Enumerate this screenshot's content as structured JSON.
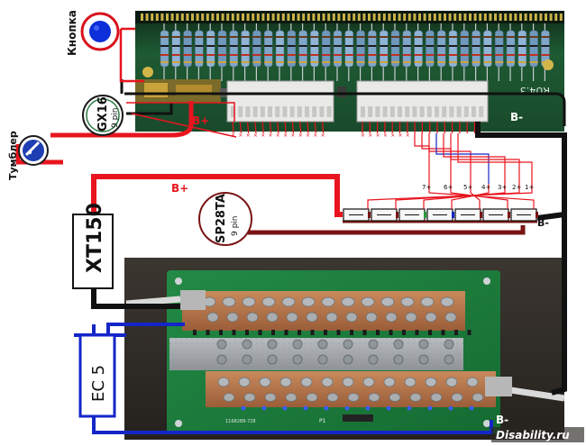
{
  "labels": {
    "button": "Кнопка",
    "toggle": "Тумблер",
    "gx16_name": "GX16",
    "gx16_pins": "9 pin",
    "sp28_name": "SP28TA",
    "sp28_pins": "9 pin",
    "xt150": "XT150",
    "ec5": "EC 5",
    "bplus_top": "B+",
    "bplus_mid": "B+",
    "bminus_top": "B-",
    "bminus_mid": "B-",
    "bminus_bottom": "B-",
    "pcb_code": "RU4.3",
    "balance_taps": [
      "7+",
      "6+",
      "5+",
      "4+",
      "3+",
      "2+",
      "1+"
    ],
    "pcb_silk": "P1",
    "pcb_serial": "1168288-728",
    "watermark": "Disability.ru"
  },
  "colors": {
    "red_wire": "#e8141e",
    "dark_red_wire": "#7a1414",
    "black_wire": "#111111",
    "blue_wire": "#1426c8",
    "board_green": "#1f7a3c",
    "button_blue": "#0d2fd9",
    "button_ring": "#d8121c"
  }
}
